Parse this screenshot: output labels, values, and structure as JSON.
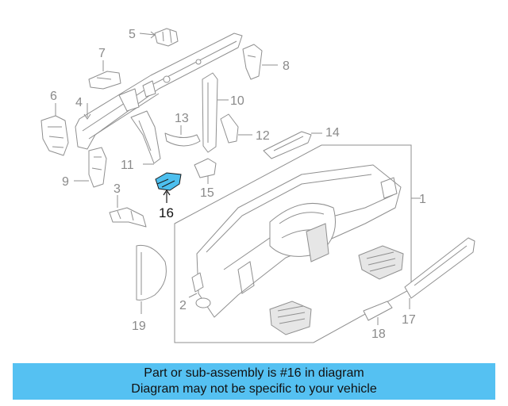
{
  "diagram": {
    "labels": {
      "l1": "1",
      "l2": "2",
      "l3": "3",
      "l4": "4",
      "l5": "5",
      "l6": "6",
      "l7": "7",
      "l8": "8",
      "l9": "9",
      "l10": "10",
      "l11": "11",
      "l12": "12",
      "l13": "13",
      "l14": "14",
      "l15": "15",
      "l16": "16",
      "l17": "17",
      "l18": "18",
      "l19": "19"
    },
    "highlight_color": "#4dbfee"
  },
  "banner": {
    "line1": "Part or sub-assembly is #16 in diagram",
    "line2": "Diagram may not be specific to your vehicle",
    "color": "#55c1f2"
  }
}
